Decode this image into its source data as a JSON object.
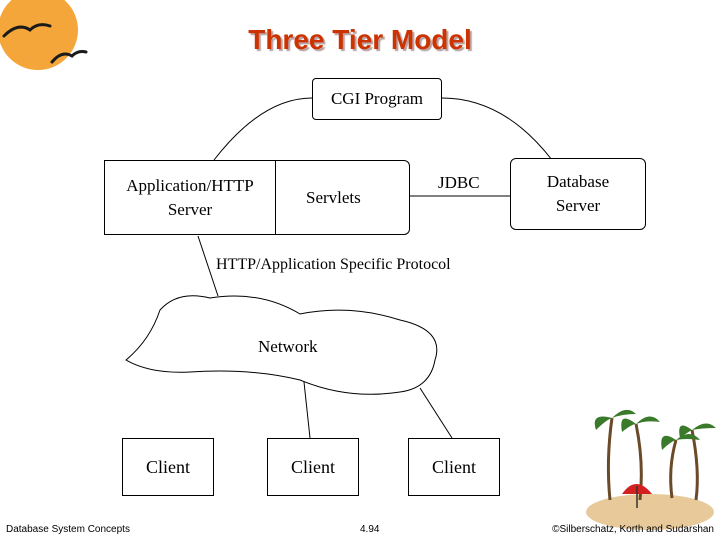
{
  "slide": {
    "title": "Three Tier Model",
    "footer_left": "Database System Concepts",
    "footer_center": "4.94",
    "footer_right": "©Silberschatz, Korth and Sudarshan"
  },
  "diagram": {
    "cgi_program": "CGI Program",
    "app_server_line1": "Application/HTTP",
    "app_server_line2": "Server",
    "servlets": "Servlets",
    "jdbc": "JDBC",
    "database_line1": "Database",
    "database_line2": "Server",
    "protocol": "HTTP/Application Specific Protocol",
    "network": "Network",
    "clients": [
      "Client",
      "Client",
      "Client"
    ]
  },
  "colors": {
    "title": "#cc3300",
    "sun": "#f4a63a",
    "bird": "#1a1a1a",
    "palm_green": "#3a7a2a",
    "sand": "#e8c99a",
    "umbrella": "#d42020"
  }
}
